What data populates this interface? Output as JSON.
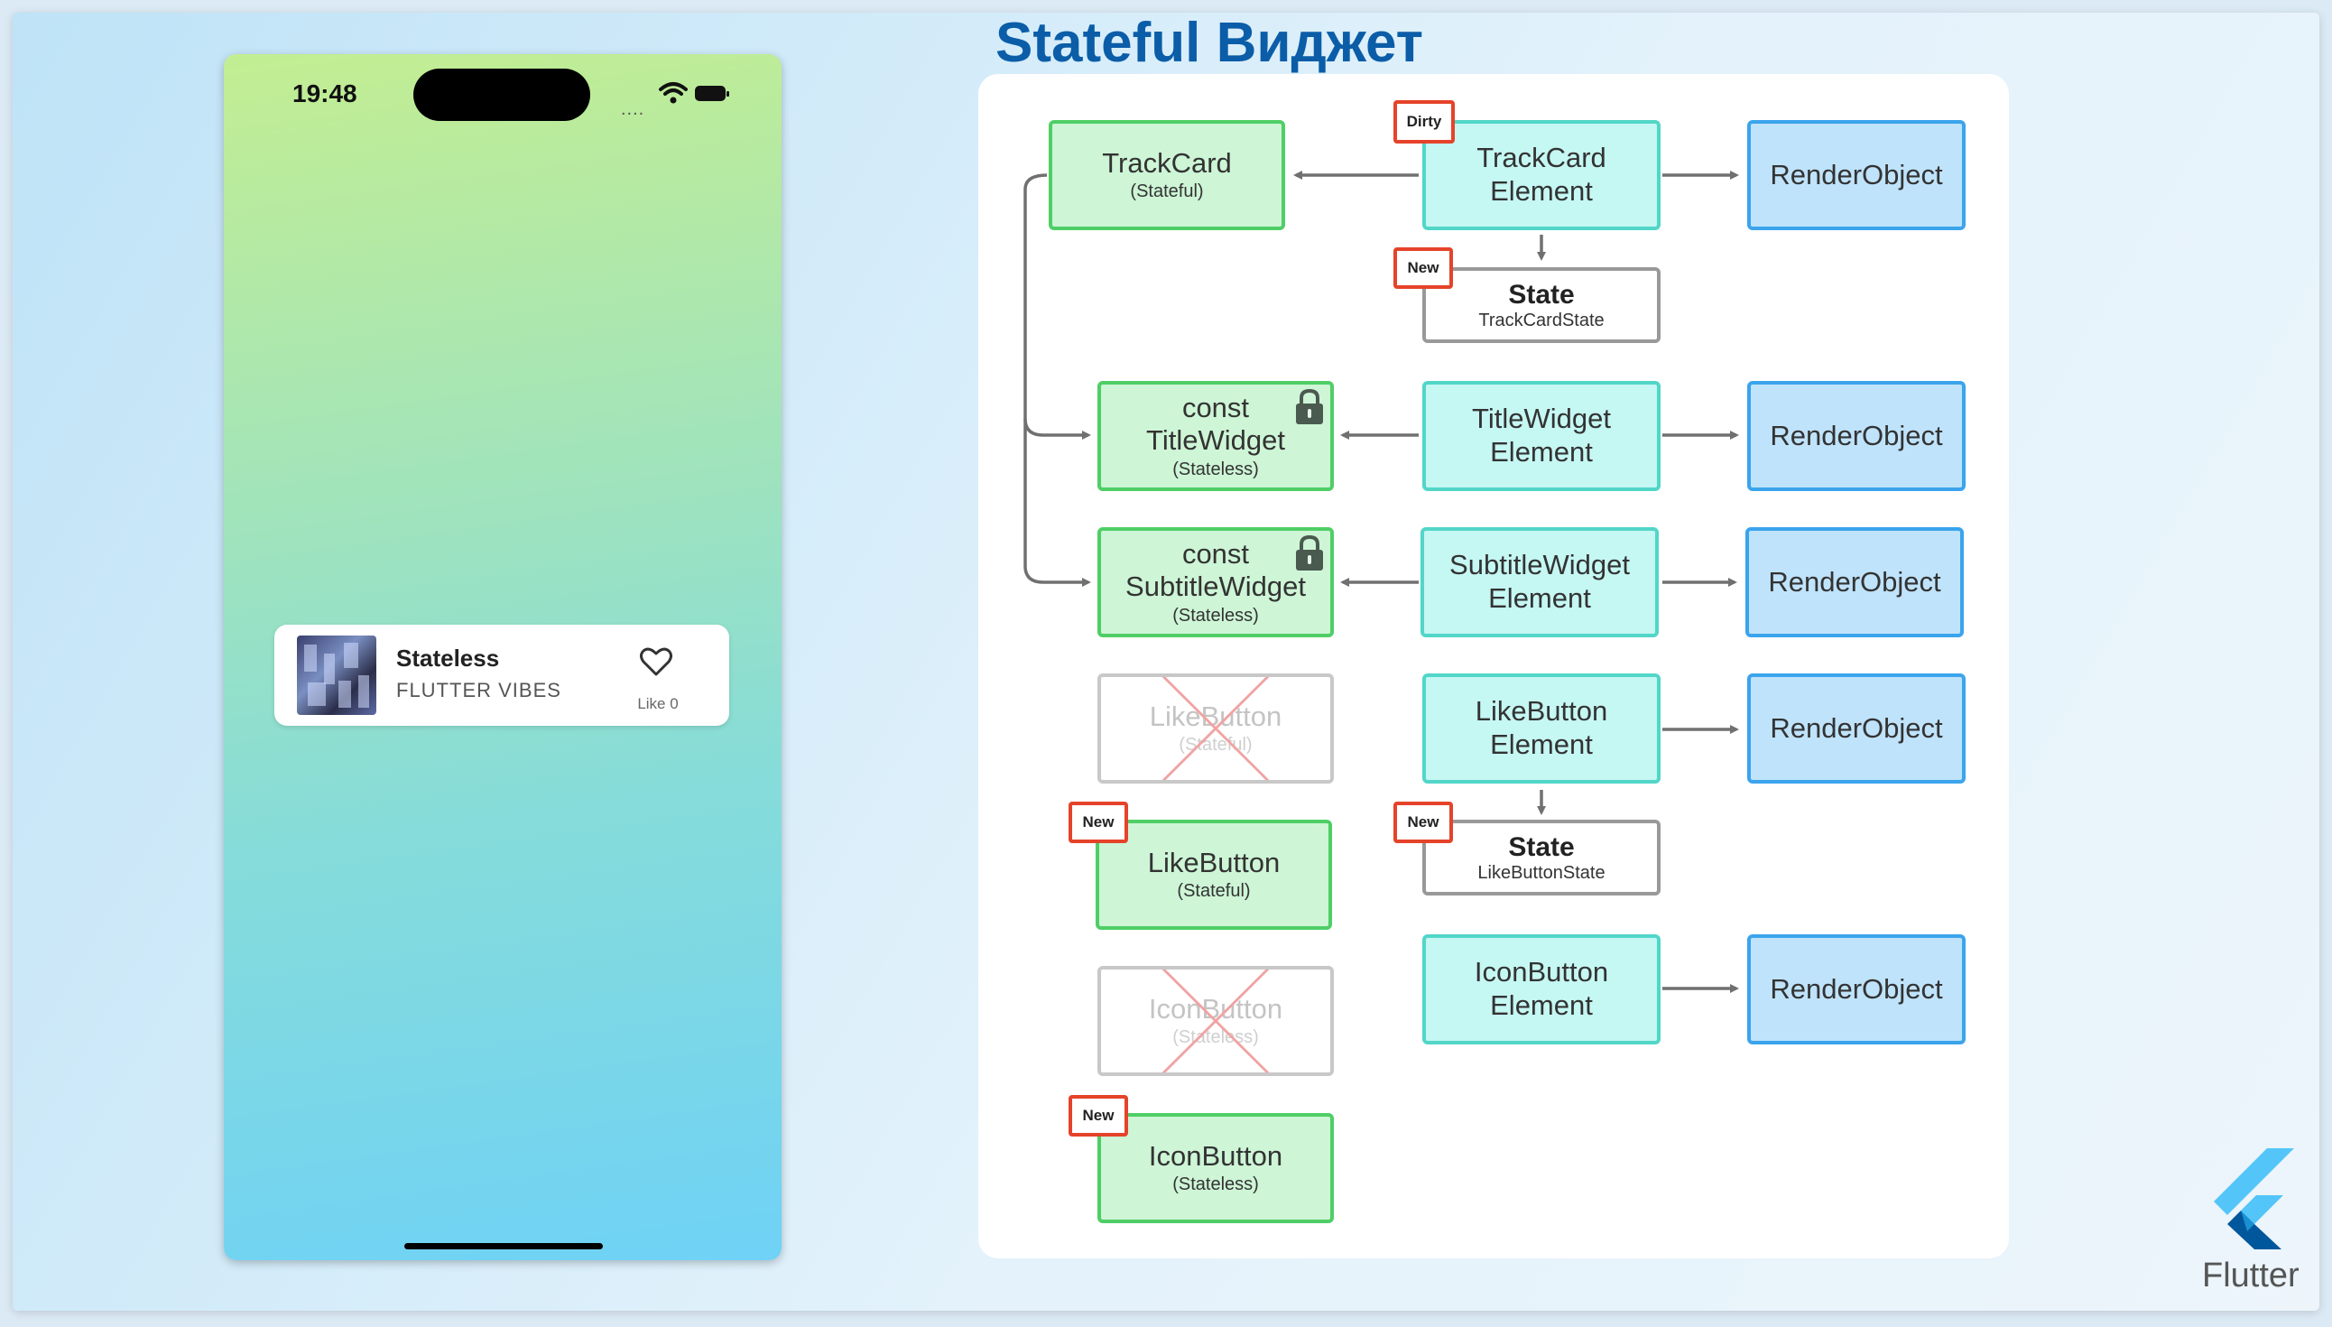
{
  "title": "Stateful Виджет",
  "phone": {
    "time": "19:48",
    "signal": "....",
    "card": {
      "title": "Stateless",
      "subtitle": "FLUTTER VIBES",
      "like_label": "Like 0"
    }
  },
  "diagram": {
    "widgets": {
      "trackcard": {
        "name": "TrackCard",
        "kind": "(Stateful)"
      },
      "title": {
        "line1": "const",
        "line2": "TitleWidget",
        "kind": "(Stateless)"
      },
      "subtitle": {
        "line1": "const",
        "line2": "SubtitleWidget",
        "kind": "(Stateless)"
      },
      "like_old": {
        "name": "LikeButton",
        "kind": "(Stateful)"
      },
      "like_new": {
        "name": "LikeButton",
        "kind": "(Stateful)"
      },
      "icon_old": {
        "name": "IconButton",
        "kind": "(Stateless)"
      },
      "icon_new": {
        "name": "IconButton",
        "kind": "(Stateless)"
      }
    },
    "elements": {
      "trackcard": {
        "line1": "TrackCard",
        "line2": "Element"
      },
      "title": {
        "line1": "TitleWidget",
        "line2": "Element"
      },
      "subtitle": {
        "line1": "SubtitleWidget",
        "line2": "Element"
      },
      "like": {
        "line1": "LikeButton",
        "line2": "Element"
      },
      "icon": {
        "line1": "IconButton",
        "line2": "Element"
      }
    },
    "states": {
      "trackcard": {
        "label": "State",
        "name": "TrackCardState"
      },
      "like": {
        "label": "State",
        "name": "LikeButtonState"
      }
    },
    "render_object_label": "RenderObject",
    "badges": {
      "dirty": "Dirty",
      "new": "New"
    }
  },
  "brand": {
    "label": "Flutter"
  },
  "colors": {
    "title": "#0b5da8",
    "widget_fill": "#cdf5d6",
    "widget_border": "#4fce66",
    "element_fill": "#c5f7f3",
    "element_border": "#52d6c8",
    "render_fill": "#bfe3fb",
    "render_border": "#3ba4ec",
    "badge_border": "#e5432a",
    "cross": "#f0a3a3"
  }
}
